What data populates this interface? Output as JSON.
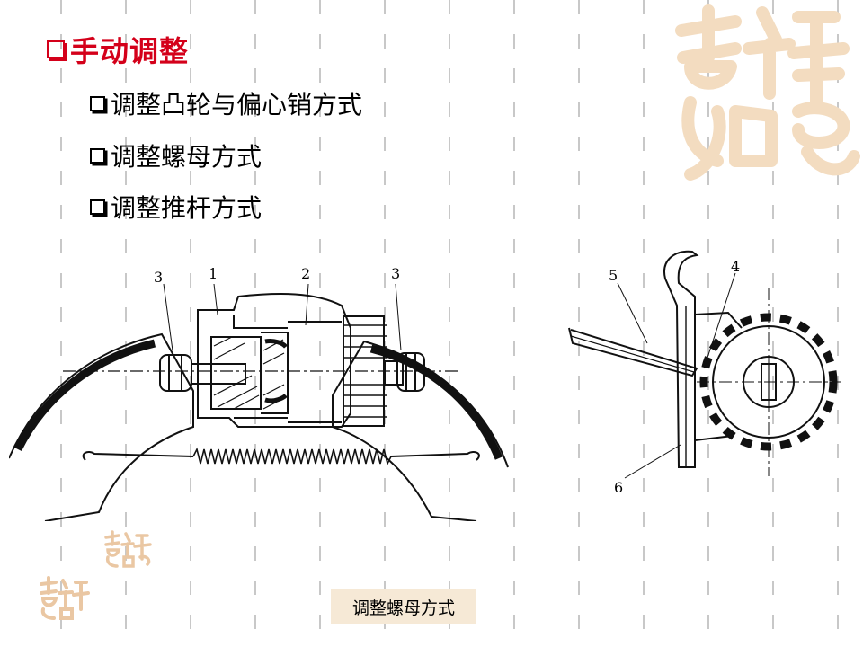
{
  "slide": {
    "title": "手动调整",
    "bullets": [
      "调整凸轮与偏心销方式",
      "调整螺母方式",
      "调整推杆方式"
    ],
    "caption": "调整螺母方式"
  },
  "figure_left": {
    "labels": [
      "3",
      "1",
      "2",
      "3"
    ]
  },
  "figure_right": {
    "labels": [
      "5",
      "4",
      "6"
    ]
  },
  "decor": {
    "seal_text": "吉祥如意",
    "accent_color": "#d4001a",
    "seal_color": "#f3dcc0",
    "caption_bg": "#f6e9d6"
  }
}
